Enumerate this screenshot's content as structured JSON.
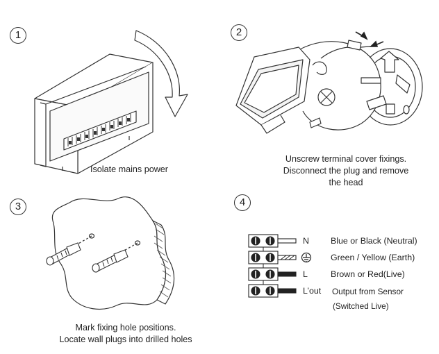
{
  "steps": [
    {
      "number": "1",
      "caption_lines": [
        "Isolate mains power"
      ]
    },
    {
      "number": "2",
      "caption_lines": [
        "Unscrew terminal cover fixings.",
        "Disconnect the plug and remove",
        "the head"
      ]
    },
    {
      "number": "3",
      "caption_lines": [
        "Mark fixing hole positions.",
        "Locate wall plugs into drilled holes"
      ]
    },
    {
      "number": "4",
      "caption_lines": []
    }
  ],
  "wiring": {
    "terminals": [
      {
        "label": "N",
        "description": "Blue or Black (Neutral)"
      },
      {
        "label": "⏚",
        "description": "Green / Yellow (Earth)"
      },
      {
        "label": "L",
        "description": "Brown or Red(Live)"
      },
      {
        "label": "L’out",
        "description": "Output from Sensor",
        "description_line2": "(Switched Live)"
      }
    ]
  }
}
